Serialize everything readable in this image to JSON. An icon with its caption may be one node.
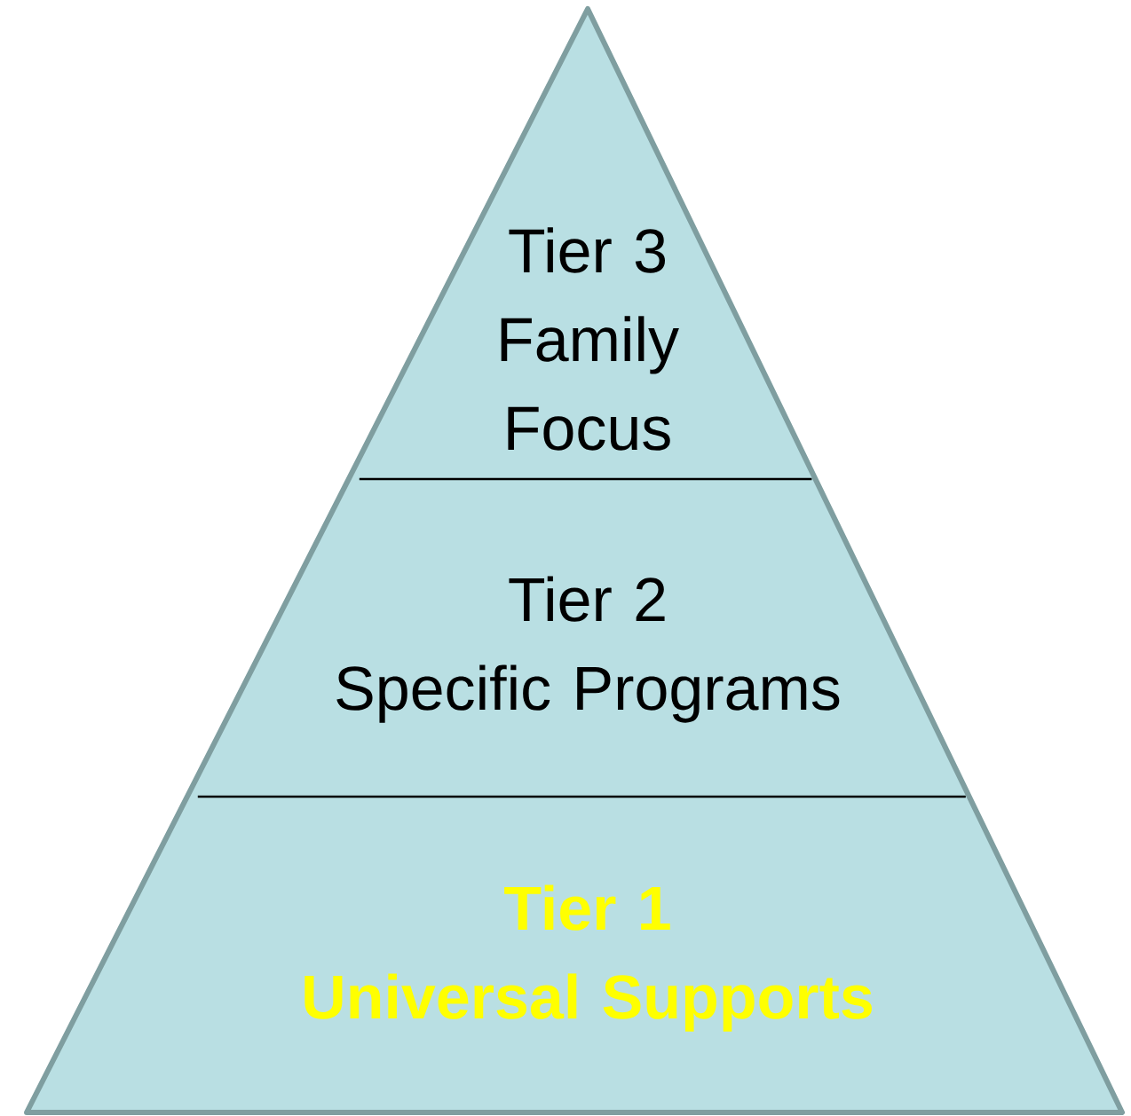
{
  "diagram": {
    "nodes": [
      {
        "text": [
          "Tier 3",
          "Family Focus"
        ]
      },
      {
        "text": [
          "Tier 2",
          "Specific Programs"
        ]
      },
      {
        "text": [
          "Tier 1",
          "Universal Supports"
        ]
      }
    ]
  }
}
